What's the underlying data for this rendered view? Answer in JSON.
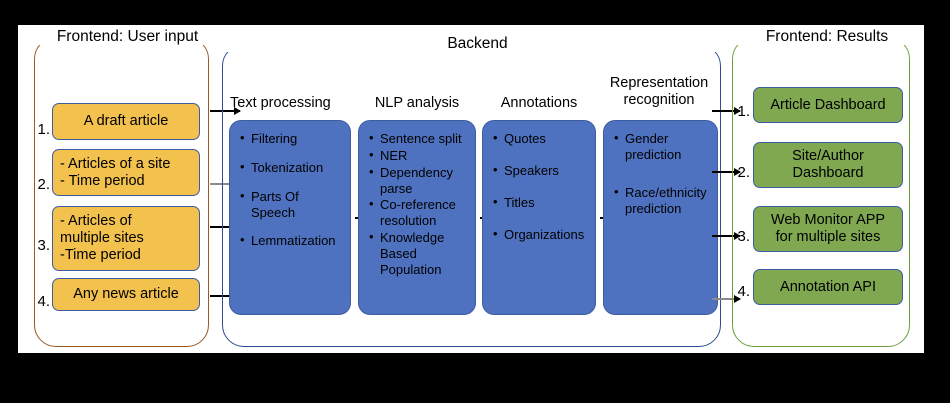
{
  "diagram": {
    "title": "System architecture: frontend input, backend NLP pipeline, frontend results",
    "colors": {
      "input_box": "#F2C14E",
      "stage_box": "#4F72C0",
      "result_box": "#7FA851",
      "frontend_input_border": "#9C5A22",
      "backend_border": "#2F4C8F",
      "frontend_results_border": "#6E9E3C",
      "background": "#FFFFFF",
      "frame": "#000000"
    }
  },
  "frontend_input": {
    "title": "Frontend: User input",
    "items": [
      {
        "number": "1.",
        "label": "A draft  article"
      },
      {
        "number": "2.",
        "label": "- Articles of a site\n- Time period"
      },
      {
        "number": "3.",
        "label": "- Articles of\nmultiple sites\n -Time period"
      },
      {
        "number": "4.",
        "label": "Any news article"
      }
    ]
  },
  "backend": {
    "title": "Backend",
    "stages": [
      {
        "label": "Text processing",
        "bullets": [
          "Filtering",
          "Tokenization",
          "Parts Of\nSpeech",
          "Lemmatization"
        ]
      },
      {
        "label": "NLP analysis",
        "bullets": [
          "Sentence split",
          "NER",
          "Dependency\nparse",
          "Co-reference\nresolution",
          "Knowledge\nBased\nPopulation"
        ]
      },
      {
        "label": "Annotations",
        "bullets": [
          "Quotes",
          "Speakers",
          "Titles",
          "Organizations"
        ]
      },
      {
        "label": "Representation\nrecognition",
        "bullets": [
          "Gender\nprediction",
          "Race/ethnicity\nprediction"
        ]
      }
    ]
  },
  "frontend_results": {
    "title": "Frontend: Results",
    "items": [
      {
        "number": "1.",
        "label": "Article Dashboard"
      },
      {
        "number": "2.",
        "label": "Site/Author\nDashboard"
      },
      {
        "number": "3.",
        "label": "Web Monitor APP\nfor multiple sites"
      },
      {
        "number": "4.",
        "label": "Annotation API"
      }
    ]
  },
  "arrows": {
    "input_to_backend": [
      "1",
      "2",
      "3",
      "4"
    ],
    "between_stages": [
      "text-to-nlp",
      "nlp-to-annotations",
      "annotations-to-representation"
    ],
    "backend_to_results": [
      "1",
      "2",
      "3",
      "4"
    ]
  }
}
